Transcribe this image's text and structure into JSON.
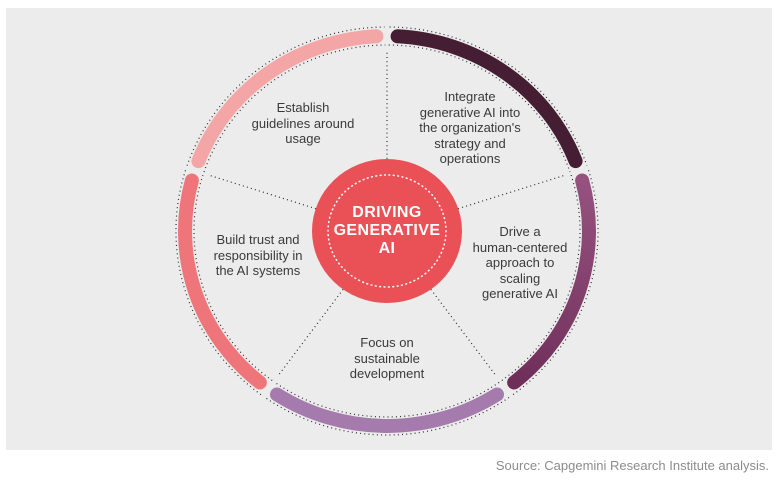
{
  "panel": {
    "background": "#ececec"
  },
  "wheel": {
    "outline_color": "#2d2d2d",
    "center": {
      "title": "DRIVING\nGENERATIVE\nAI",
      "fill": "#e95157",
      "text_color": "#ffffff",
      "dotted_ring_color": "#ffffff"
    },
    "segments": [
      {
        "name": "establish-guidelines-around-usage",
        "label": "Establish\nguidelines around\nusage",
        "color": "#f4a6a6",
        "start_angle": -159,
        "end_angle": -93
      },
      {
        "name": "integrate-generative-ai",
        "label": "Integrate\ngenerative AI into\nthe organization's\nstrategy and\noperations",
        "color": "#451e33",
        "start_angle": -87,
        "end_angle": -21
      },
      {
        "name": "drive-human-centered-approach",
        "label": "Drive a\nhuman-centered\napproach to\nscaling\ngenerative AI",
        "color": "#96527f",
        "color_end": "#6f2e5a",
        "start_angle": -15,
        "end_angle": 51
      },
      {
        "name": "focus-on-sustainable-development",
        "label": "Focus on\nsustainable\ndevelopment",
        "color": "#a57aad",
        "start_angle": 57,
        "end_angle": 123
      },
      {
        "name": "build-trust-and-responsibility",
        "label": "Build trust and\nresponsibility in\nthe AI systems",
        "color": "#ee767b",
        "start_angle": 129,
        "end_angle": 195
      }
    ],
    "divider_angles": [
      -162,
      -90,
      -18,
      54,
      126
    ]
  },
  "source": {
    "text": "Source: Capgemini Research Institute analysis.",
    "color": "#8c8c8c"
  }
}
